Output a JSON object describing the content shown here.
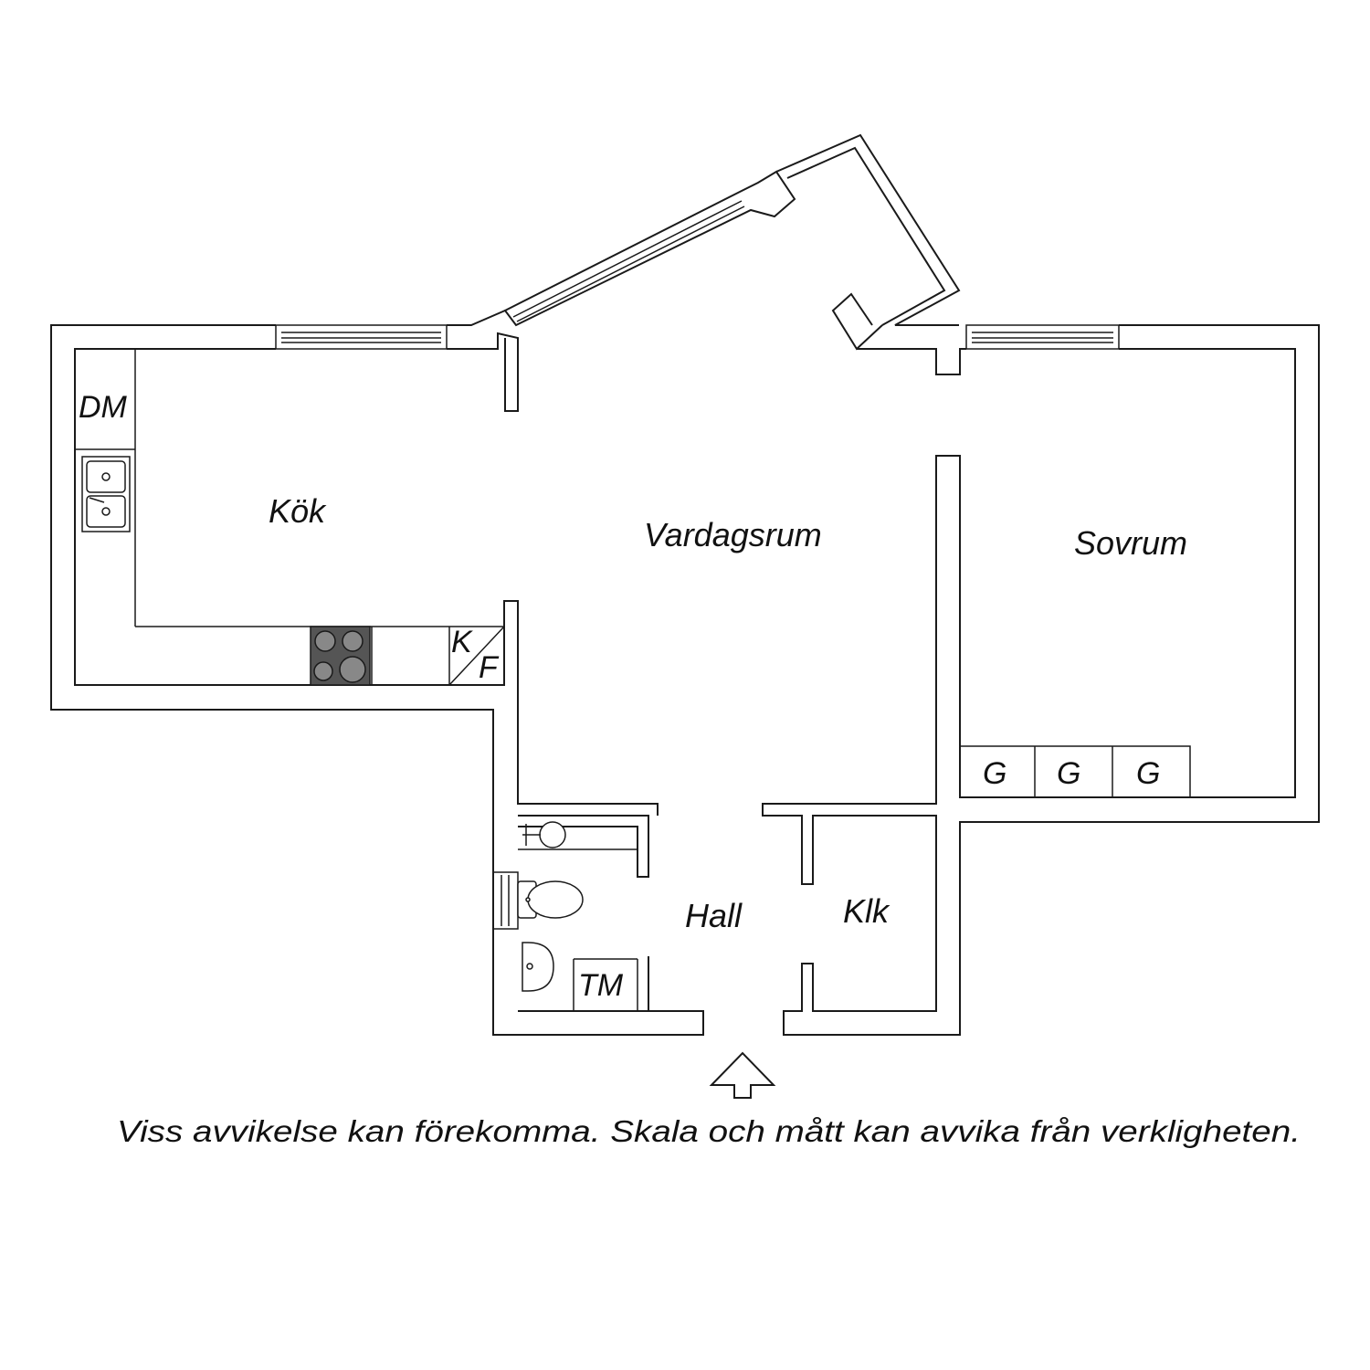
{
  "rooms": {
    "kitchen": "Kök",
    "living": "Vardagsrum",
    "bedroom": "Sovrum",
    "hall": "Hall",
    "closet": "Klk"
  },
  "fixtures": {
    "dishwasher": "DM",
    "fridge_k": "K",
    "freezer_f": "F",
    "wardrobe_1": "G",
    "wardrobe_2": "G",
    "wardrobe_3": "G",
    "washing_machine": "TM"
  },
  "footer": {
    "disclaimer": "Viss avvikelse kan förekomma. Skala och mått kan avvika från verkligheten."
  },
  "colors": {
    "wall": "#1a1a1a",
    "stove": "#555555",
    "burner": "#888888"
  }
}
